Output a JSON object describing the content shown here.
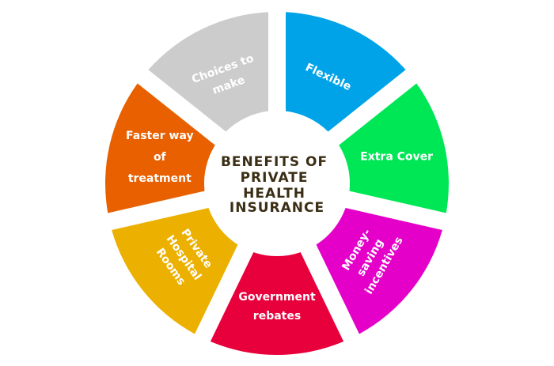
{
  "center": {
    "lines": [
      "BENEFITS OF",
      "PRIVATE",
      "HEALTH",
      "INSURANCE"
    ],
    "color": "#3a2e14"
  },
  "segments": [
    {
      "lines": [
        "Flexible"
      ],
      "color": "#00a3e8"
    },
    {
      "lines": [
        "Extra Cover"
      ],
      "color": "#00e756"
    },
    {
      "lines": [
        "Money-",
        "saving",
        "incentives"
      ],
      "color": "#e400c8"
    },
    {
      "lines": [
        "Government",
        "rebates"
      ],
      "color": "#e8003c"
    },
    {
      "lines": [
        "Private",
        "Hospital",
        "Rooms"
      ],
      "color": "#ecb000"
    },
    {
      "lines": [
        "Faster way",
        "of",
        "treatment"
      ],
      "color": "#e86000"
    },
    {
      "lines": [
        "Choices to",
        "make"
      ],
      "color": "#cccccc"
    }
  ]
}
